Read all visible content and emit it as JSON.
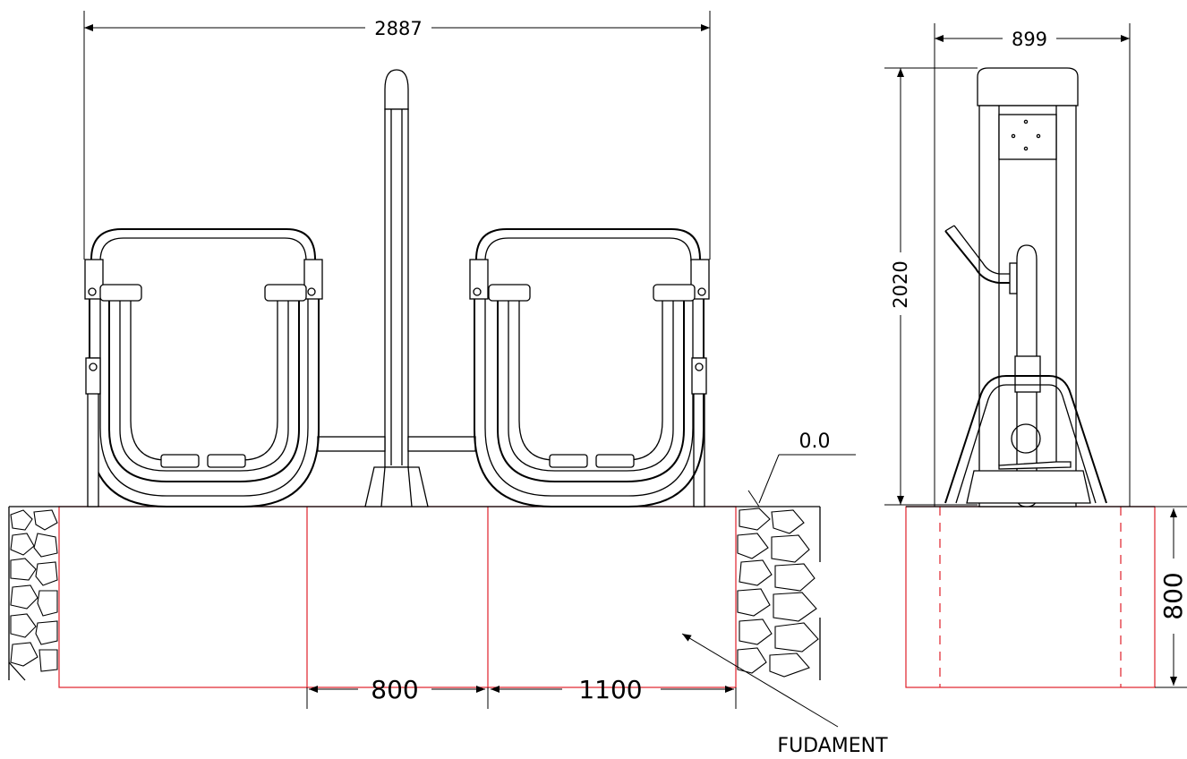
{
  "dimensions": {
    "overall_width": "2887",
    "side_depth": "899",
    "height": "2020",
    "foundation_depth": "800",
    "gap": "800",
    "foundation_length": "1100",
    "ground_level": "0.0"
  },
  "labels": {
    "foundation": "FUDAMENT"
  },
  "colors": {
    "line": "#000000",
    "foundation": "#e0202a",
    "background": "#ffffff"
  }
}
